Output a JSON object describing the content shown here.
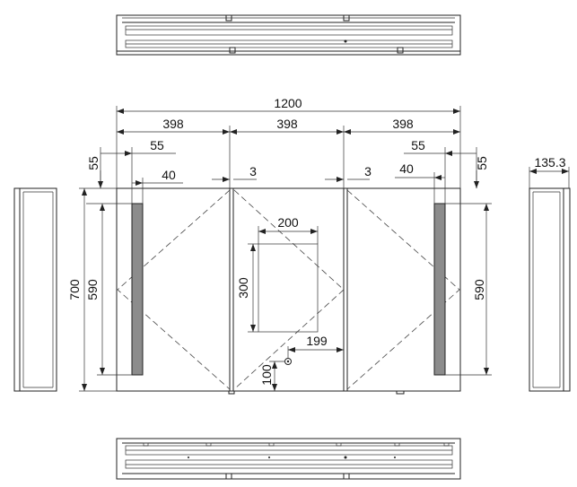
{
  "dimensions": {
    "overall_width": "1200",
    "door_width_left": "398",
    "door_width_center": "398",
    "door_width_right": "398",
    "left_strip_offset": "55",
    "left_top_offset": "55",
    "left_strip_width": "40",
    "left_gap": "3",
    "right_gap": "3",
    "right_strip_offset": "55",
    "right_top_offset": "55",
    "right_strip_width": "40",
    "depth": "135.3",
    "overall_height": "700",
    "left_strip_height": "590",
    "right_strip_height": "590",
    "compartment_width": "200",
    "compartment_height": "300",
    "socket_x": "199",
    "socket_y": "100"
  }
}
